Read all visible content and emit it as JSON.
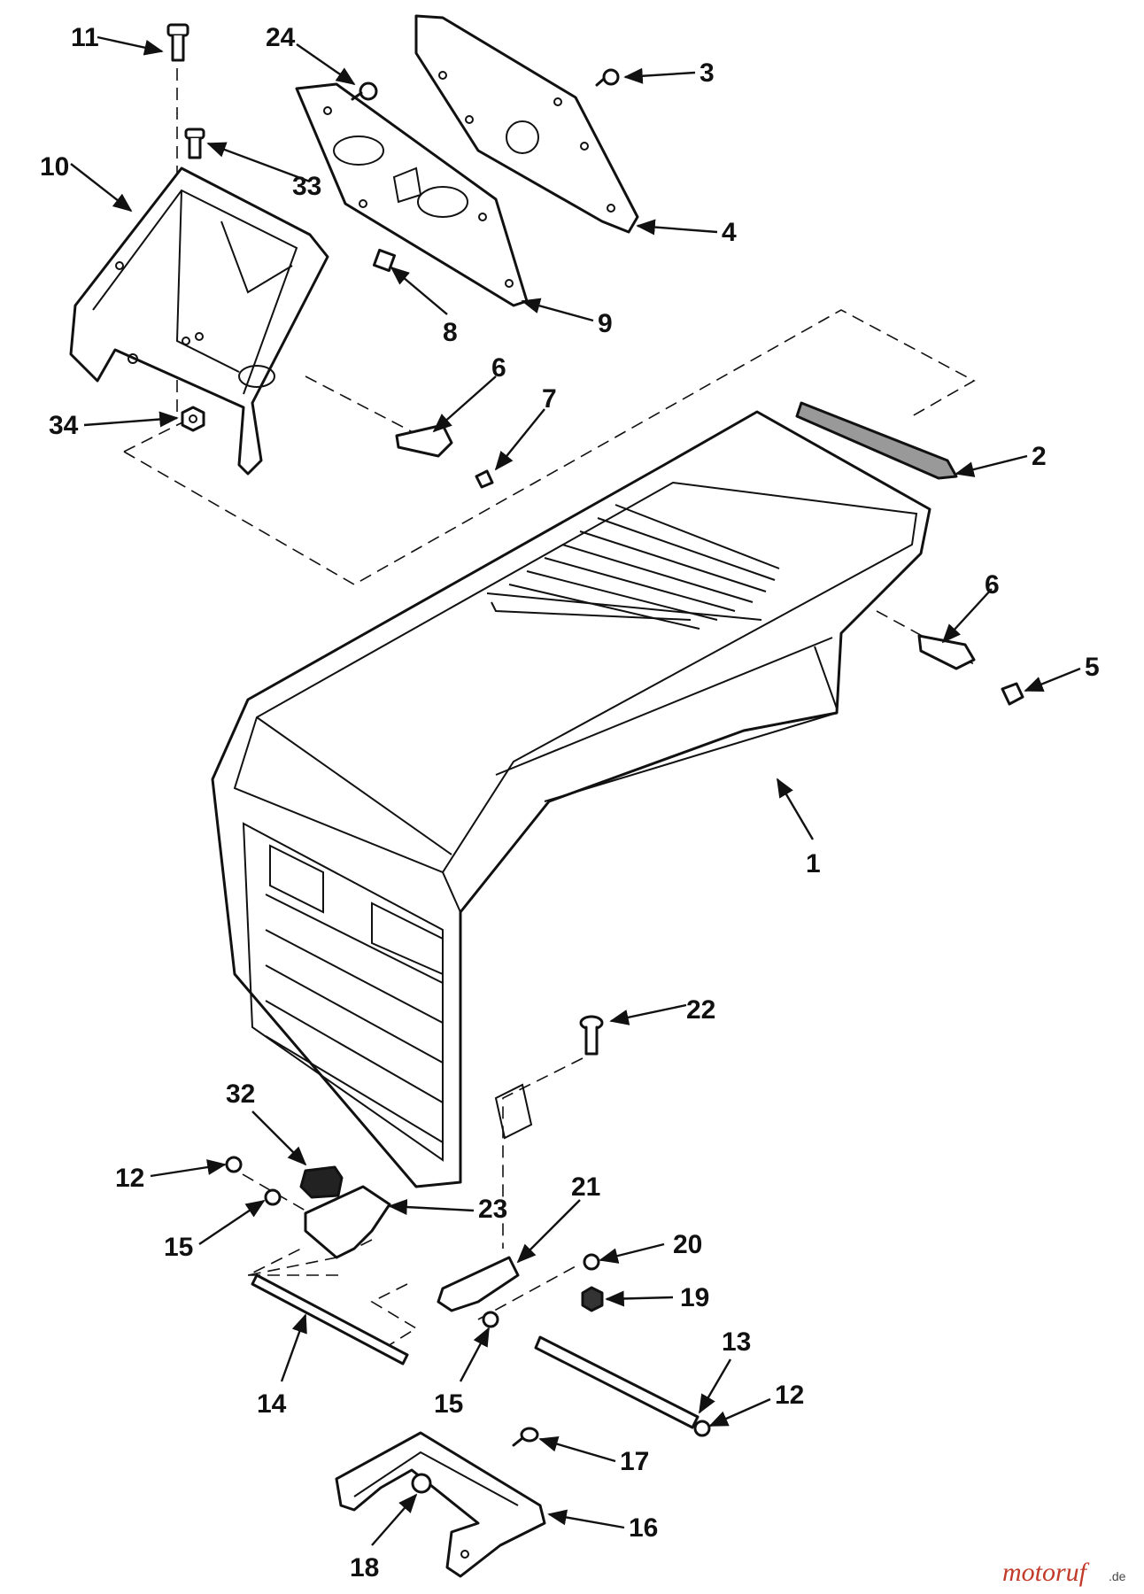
{
  "watermark": {
    "text": "motoruf",
    "suffix": ".de",
    "color": "#c23b2a"
  },
  "callouts": [
    {
      "id": "11"
    },
    {
      "id": "24"
    },
    {
      "id": "3"
    },
    {
      "id": "10"
    },
    {
      "id": "33"
    },
    {
      "id": "4"
    },
    {
      "id": "8"
    },
    {
      "id": "9"
    },
    {
      "id": "6a",
      "label": "6"
    },
    {
      "id": "7"
    },
    {
      "id": "34"
    },
    {
      "id": "2"
    },
    {
      "id": "6b",
      "label": "6"
    },
    {
      "id": "5"
    },
    {
      "id": "1"
    },
    {
      "id": "22"
    },
    {
      "id": "32"
    },
    {
      "id": "12a",
      "label": "12"
    },
    {
      "id": "23"
    },
    {
      "id": "21"
    },
    {
      "id": "20"
    },
    {
      "id": "15a",
      "label": "15"
    },
    {
      "id": "19"
    },
    {
      "id": "14"
    },
    {
      "id": "15b",
      "label": "15"
    },
    {
      "id": "13"
    },
    {
      "id": "12b",
      "label": "12"
    },
    {
      "id": "17"
    },
    {
      "id": "16"
    },
    {
      "id": "18"
    }
  ]
}
